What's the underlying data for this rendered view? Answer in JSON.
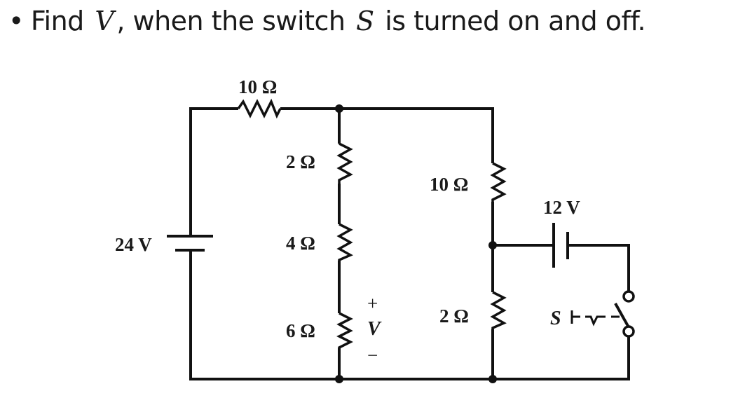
{
  "question": {
    "bullet": "•",
    "text_before": "Find",
    "variable_v": "V",
    "text_middle": ", when the switch",
    "variable_s": "S",
    "text_after": "is turned on and off."
  },
  "circuit": {
    "components": {
      "r_top": {
        "type": "resistor",
        "label": "10 Ω"
      },
      "r_2_left": {
        "type": "resistor",
        "label": "2 Ω"
      },
      "r_4": {
        "type": "resistor",
        "label": "4 Ω"
      },
      "r_6": {
        "type": "resistor",
        "label": "6 Ω"
      },
      "r_10_right": {
        "type": "resistor",
        "label": "10 Ω"
      },
      "r_2_right": {
        "type": "resistor",
        "label": "2 Ω"
      },
      "battery_main": {
        "type": "battery",
        "label": "24 V"
      },
      "battery_12": {
        "type": "battery",
        "label": "12 V"
      },
      "switch": {
        "type": "switch",
        "label": "S"
      }
    },
    "measurement": {
      "variable": "V",
      "plus": "+",
      "minus": "−"
    }
  }
}
